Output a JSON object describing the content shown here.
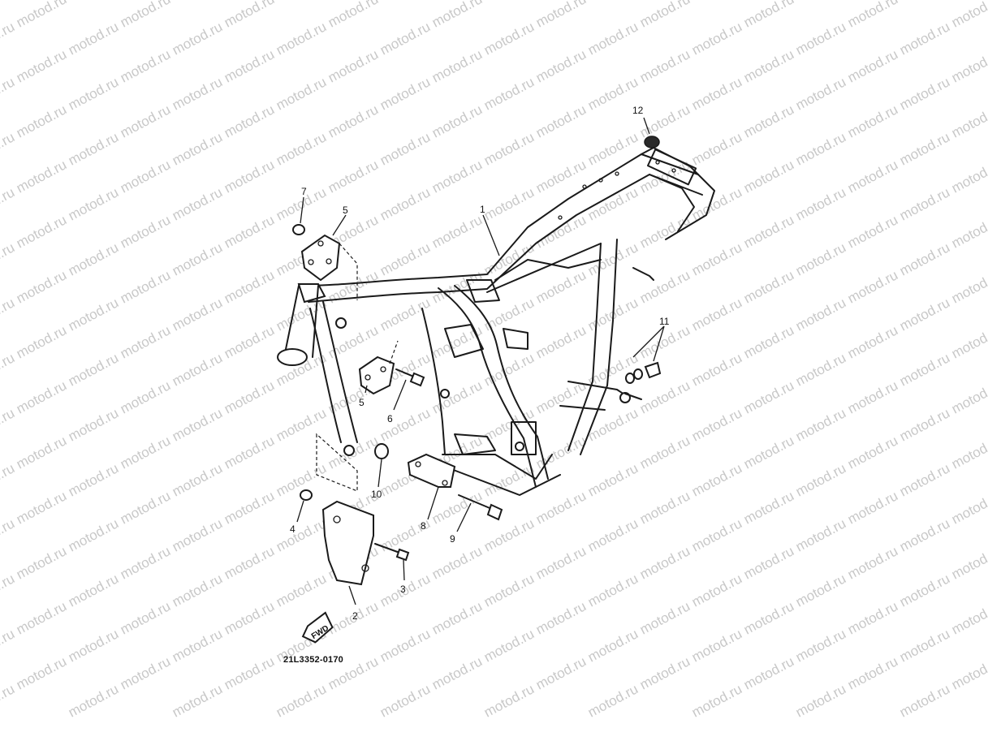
{
  "diagram": {
    "code": "21L3352-0170",
    "fwd_label": "FWD",
    "watermark_text": "motod.ru",
    "callouts": {
      "frame": "1",
      "engine_bracket_front_lower": "2",
      "bolt_lower_front": "3",
      "nut_lower_front": "4",
      "engine_bracket_upper_a": "5",
      "engine_bracket_upper_b": "5",
      "bolt_upper": "6",
      "nut_upper": "7",
      "engine_bracket_under": "8",
      "bolt_under": "9",
      "collar": "10",
      "bolt_washer_set": "11",
      "cap": "12"
    }
  },
  "colors": {
    "line": "#1a1a1a",
    "watermark": "#c8c8c8",
    "background": "#ffffff"
  }
}
